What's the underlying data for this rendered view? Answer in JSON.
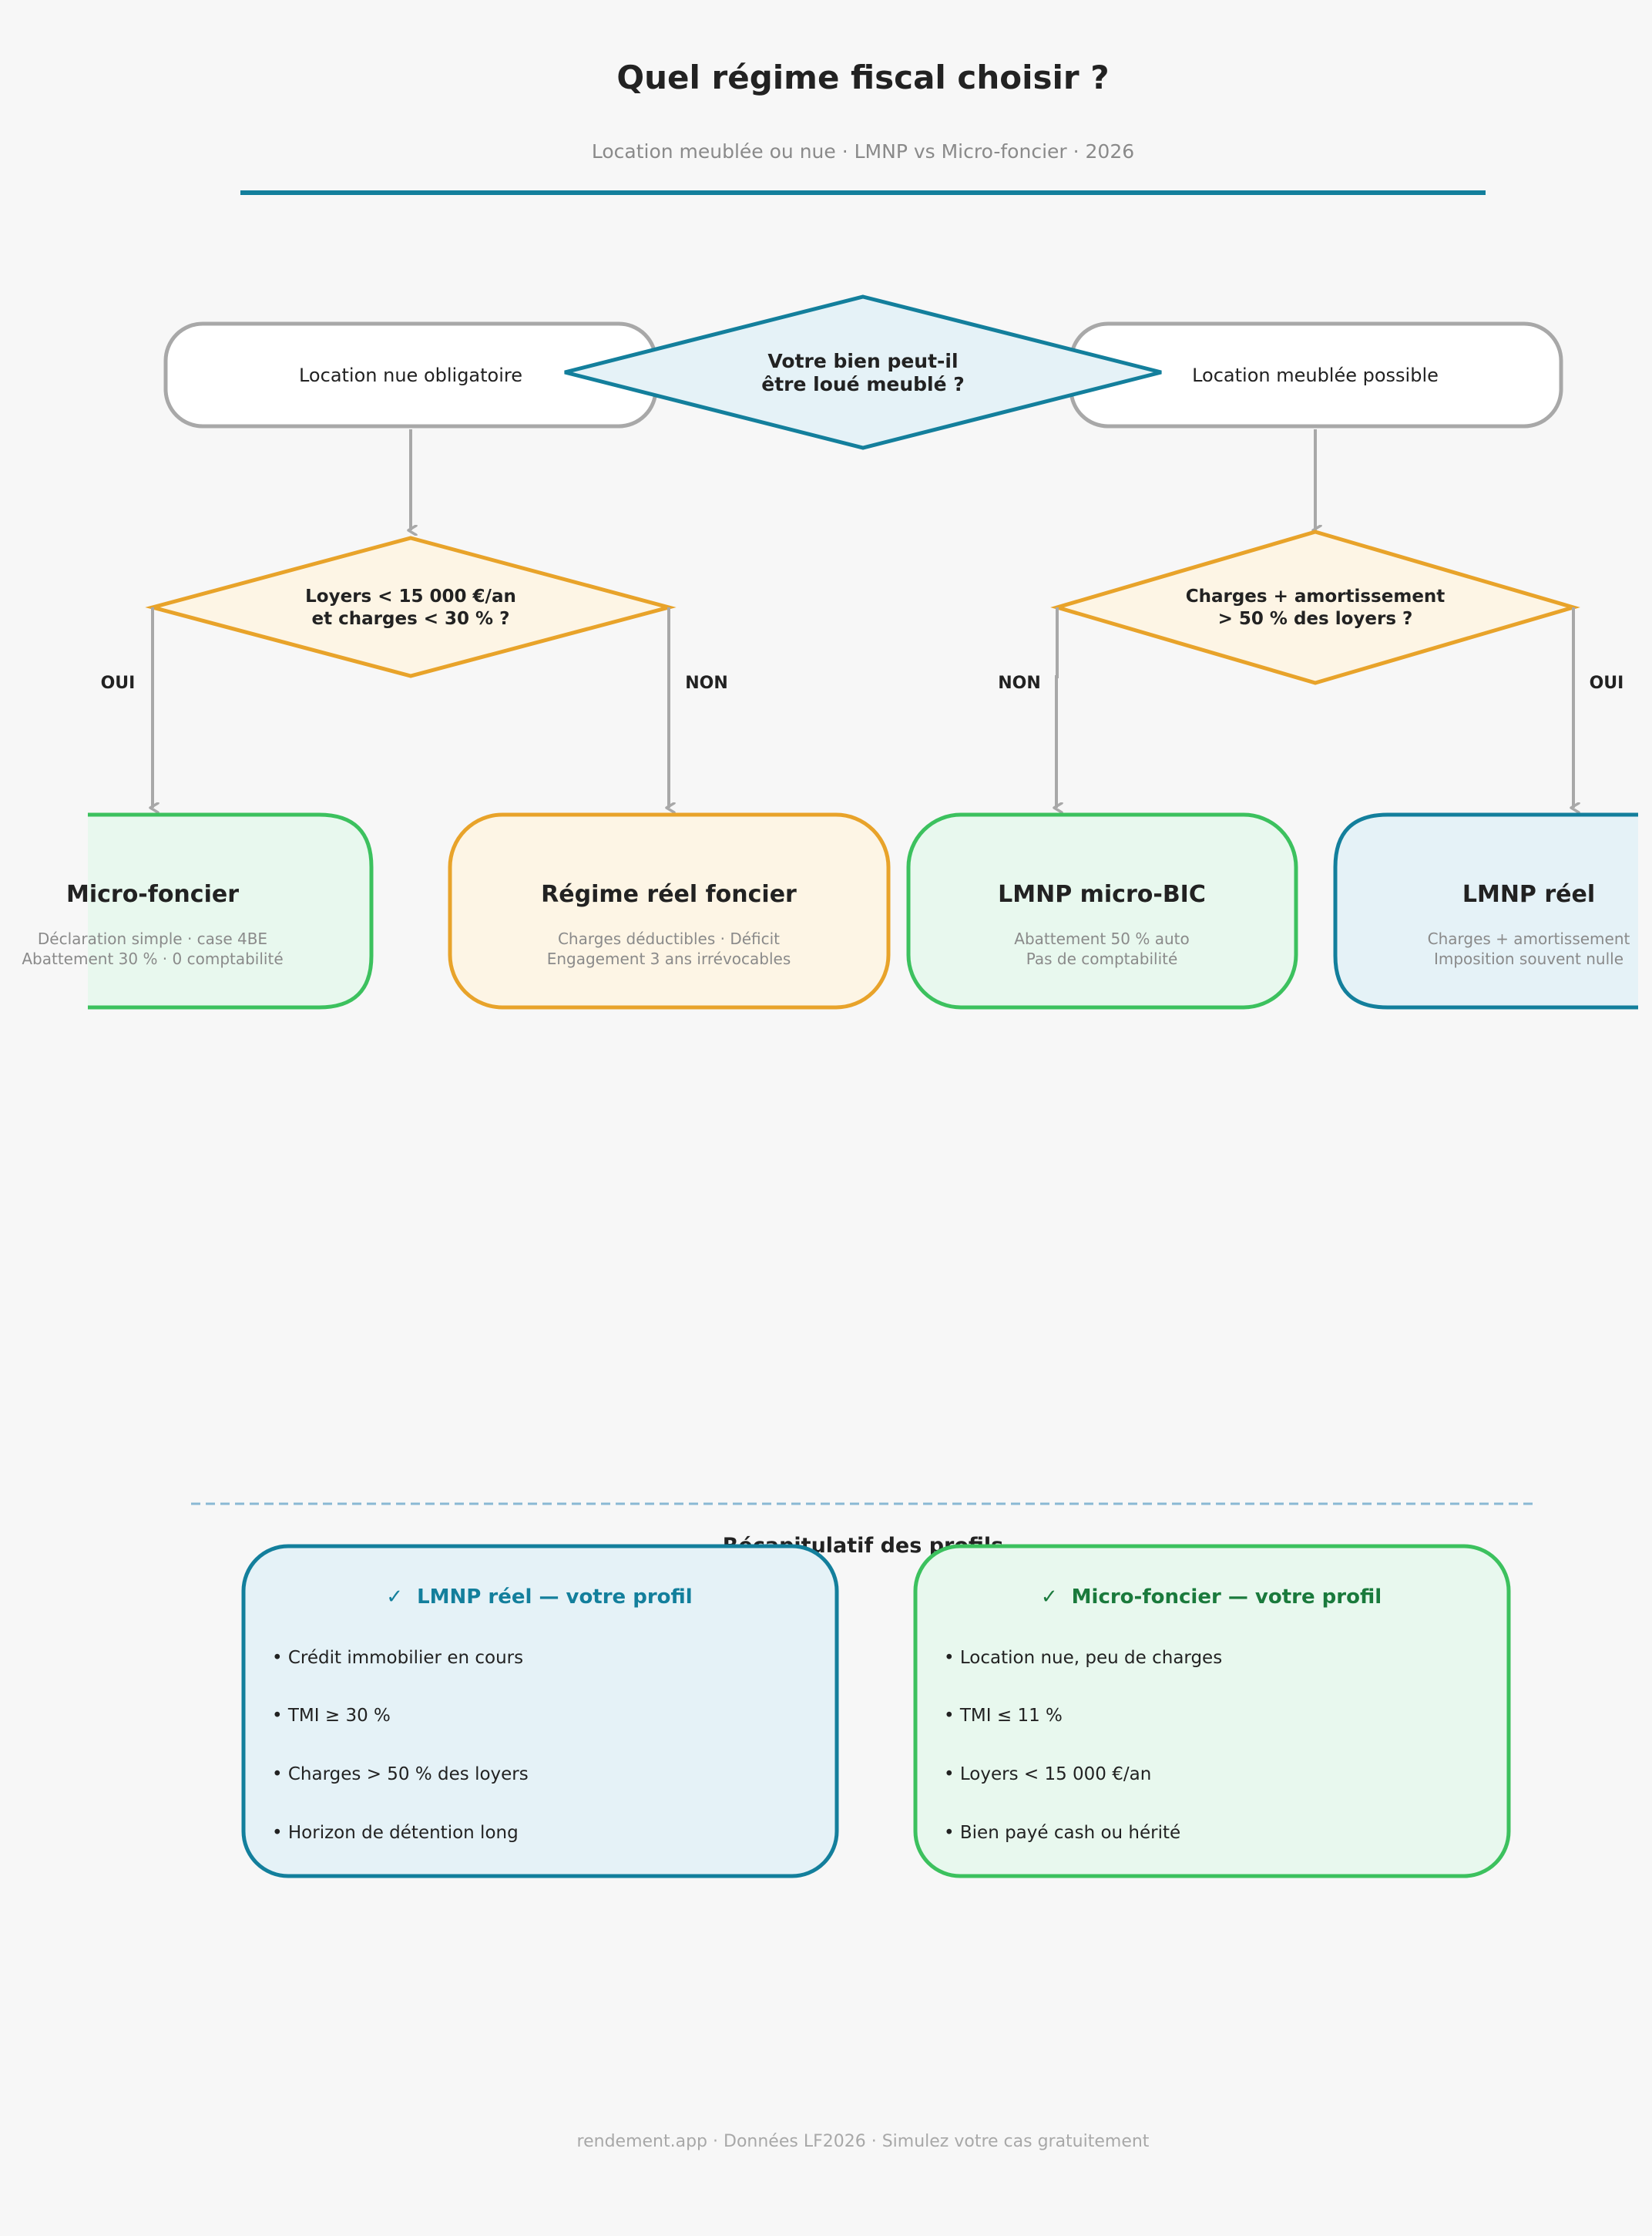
{
  "header": {
    "title": "Quel régime fiscal choisir ?",
    "subtitle": "Location meublée ou nue · LMNP vs Micro-foncier · 2026"
  },
  "flow": {
    "start_question_line1": "Votre bien peut-il",
    "start_question_line2": "être loué meublé ?",
    "left_option": "Location nue obligatoire",
    "right_option": "Location meublée possible",
    "left_question_line1": "Loyers < 15 000 €/an",
    "left_question_line2": "et charges < 30 % ?",
    "right_question_line1": "Charges + amortissement",
    "right_question_line2": "> 50 % des loyers ?",
    "branch_oui_left": "OUI",
    "branch_non_left": "NON",
    "branch_non_right": "NON",
    "branch_oui_right": "OUI"
  },
  "results": [
    {
      "title": "Micro-foncier",
      "line1": "Déclaration simple · case 4BE",
      "line2": "Abattement 30 % · 0 comptabilité",
      "color": "#3cc15e"
    },
    {
      "title": "Régime réel foncier",
      "line1": "Charges déductibles · Déficit",
      "line2": "Engagement 3 ans irrévocables",
      "color": "#e8a32a"
    },
    {
      "title": "LMNP micro-BIC",
      "line1": "Abattement 50 % auto",
      "line2": "Pas de comptabilité",
      "color": "#3cc15e"
    },
    {
      "title": "LMNP réel",
      "line1": "Charges + amortissement",
      "line2": "Imposition souvent nulle",
      "color": "#137f9c"
    }
  ],
  "summary": {
    "heading": "Récapitulatif des profils",
    "cards": [
      {
        "check": "✓",
        "title": "LMNP réel — votre profil",
        "bullets": [
          "• Crédit immobilier en cours",
          "• TMI ≥ 30 %",
          "• Charges > 50 % des loyers",
          "• Horizon de détention long"
        ]
      },
      {
        "check": "✓",
        "title": "Micro-foncier — votre profil",
        "bullets": [
          "• Location nue, peu de charges",
          "• TMI ≤ 11 %",
          "• Loyers < 15 000 €/an",
          "• Bien payé cash ou hérité"
        ]
      }
    ]
  },
  "footer": "rendement.app · Données LF2026 · Simulez votre cas gratuitement",
  "colors": {
    "accent": "#137f9c",
    "green": "#3cc15e",
    "orange": "#e8a32a",
    "gray_line": "#a8a8a8",
    "divider": "#8ab9d4"
  }
}
